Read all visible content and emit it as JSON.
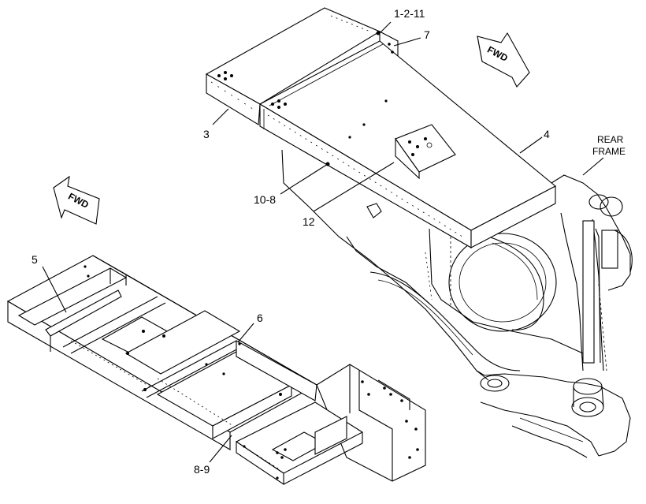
{
  "callouts": [
    {
      "id": "c1",
      "text": "1-2-11"
    },
    {
      "id": "c7",
      "text": "7"
    },
    {
      "id": "c3",
      "text": "3"
    },
    {
      "id": "c4",
      "text": "4"
    },
    {
      "id": "c10",
      "text": "10-8"
    },
    {
      "id": "c12",
      "text": "12"
    },
    {
      "id": "c5",
      "text": "5"
    },
    {
      "id": "c6",
      "text": "6"
    },
    {
      "id": "c89",
      "text": "8-9"
    }
  ],
  "fwd_label": "FWD",
  "rear_frame": {
    "line1": "REAR",
    "line2": "FRAME"
  }
}
